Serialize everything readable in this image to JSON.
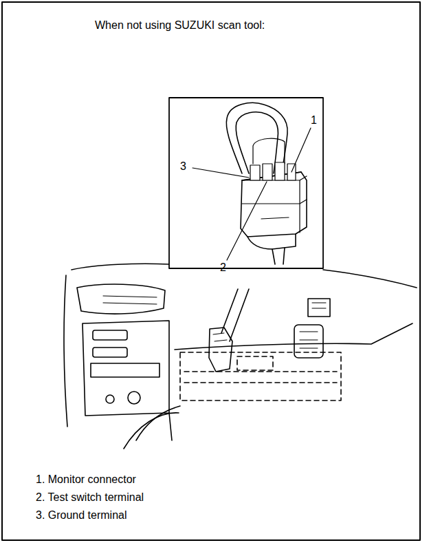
{
  "diagram": {
    "title": "When not using SUZUKI scan tool:",
    "labels": [
      "1",
      "3",
      "2",
      "1. Monitor connector",
      "2. Test switch terminal",
      "3. Ground terminal"
    ]
  }
}
